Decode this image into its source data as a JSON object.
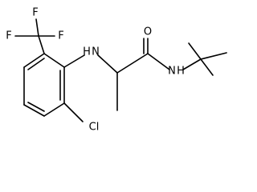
{
  "molecule": {
    "atoms": {
      "f_top": "F",
      "f_left": "F",
      "f_right": "F",
      "amine_nh": "H",
      "amine_n": "N",
      "oxygen": "O",
      "amide_n": "N",
      "amide_h": "H",
      "chlorine": "Cl"
    }
  },
  "colors": {
    "bond": "#000000",
    "label": "#000000",
    "background": "#ffffff"
  }
}
